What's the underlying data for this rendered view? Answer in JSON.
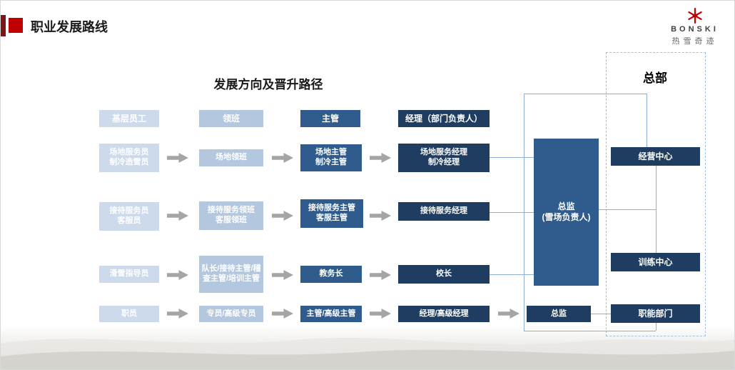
{
  "slide": {
    "title": "职业发展路线",
    "diagram_title": "发展方向及晋升路径",
    "hq_title": "总部"
  },
  "logo": {
    "brand": "BONSKI",
    "tagline": "热雪奇迹"
  },
  "headers": [
    "基层员工",
    "领班",
    "主管",
    "经理（部门负责人）"
  ],
  "rows": [
    {
      "c1": "场地服务员\n制冷造雪员",
      "c2": "场地领班",
      "c3": "场地主管\n制冷主管",
      "c4": "场地服务经理\n制冷经理"
    },
    {
      "c1": "接待服务员\n客服员",
      "c2": "接待服务领班\n客服领班",
      "c3": "接待服务主管\n客服主管",
      "c4": "接待服务经理"
    },
    {
      "c1": "滑雪指导员",
      "c2": "队长/接待主管/稽查主管/培训主管",
      "c3": "教务长",
      "c4": "校长"
    },
    {
      "c1": "职员",
      "c2": "专员/高级专员",
      "c3": "主管/高级主管",
      "c4": "经理/高级经理",
      "c5": "总监"
    }
  ],
  "director": {
    "text": "总监\n(雪场负责人)"
  },
  "hq_items": [
    "经营中心",
    "训练中心",
    "职能部门"
  ],
  "colors": {
    "accent_red": "#c00000",
    "accent_red_dark": "#7f1416",
    "box_lightest_blue": "#ccdaeb",
    "box_light_blue": "#b3c7df",
    "box_medium_blue": "#2f5c8c",
    "box_dark_navy": "#1f3c61",
    "arrow_gray": "#a5a5a5",
    "connector_blue": "#8fafd4",
    "dashed_border_blue": "#9cc2e5"
  }
}
